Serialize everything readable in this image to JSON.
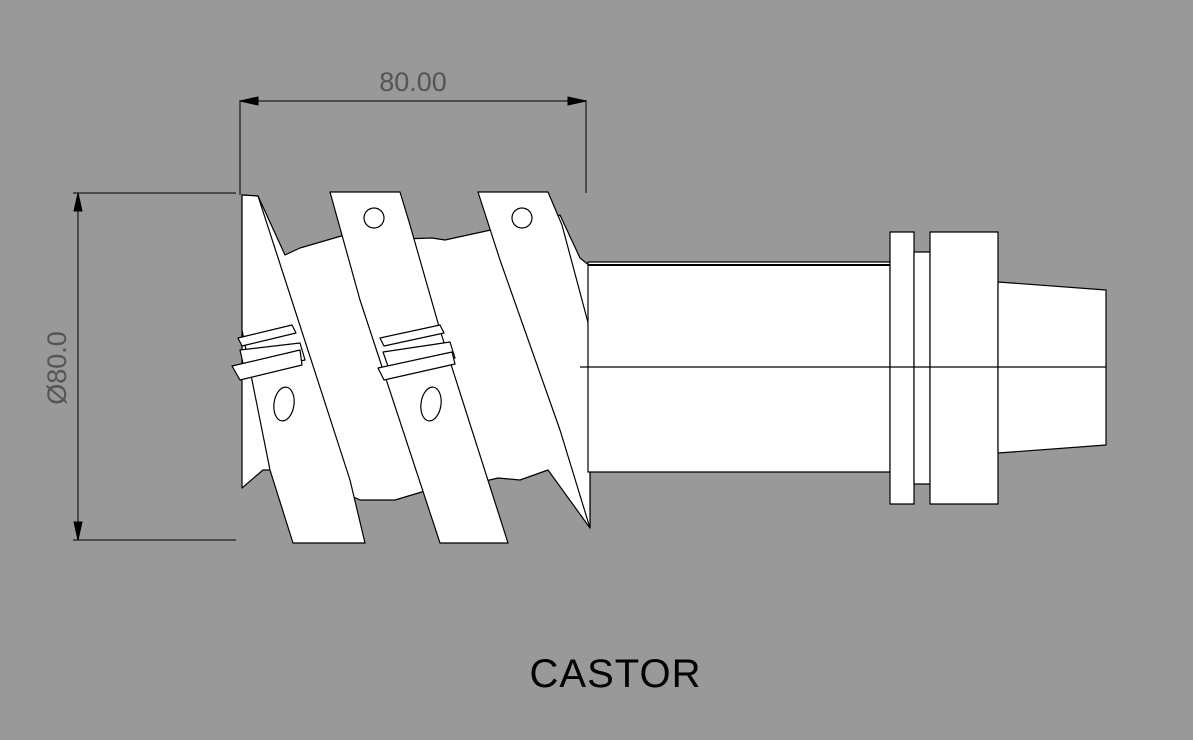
{
  "drawing": {
    "title": "CASTOR",
    "dimension_length": "80.00",
    "dimension_diameter": "Ø80.0"
  },
  "colors": {
    "background": "#999999",
    "part_fill": "#ffffff",
    "line": "#000000",
    "dimension_text": "#555555"
  }
}
